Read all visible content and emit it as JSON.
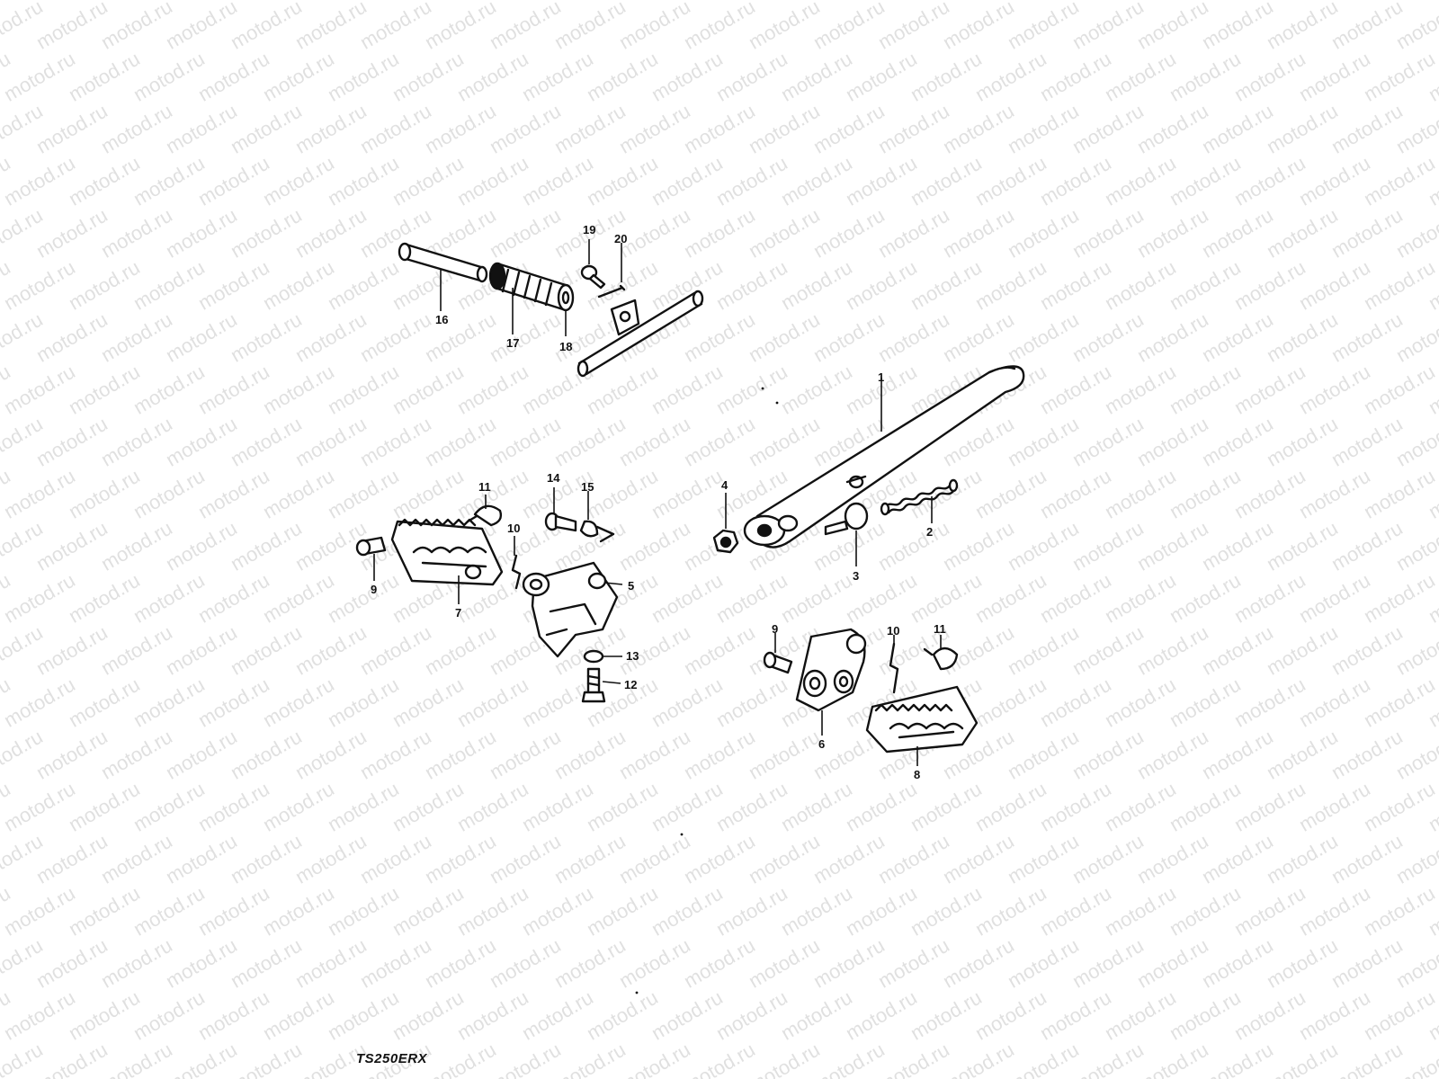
{
  "watermark": {
    "text": "motod.ru"
  },
  "model_code": "TS250ERX",
  "callouts": [
    "1",
    "2",
    "3",
    "4",
    "5",
    "6",
    "7",
    "8",
    "9",
    "9",
    "10",
    "10",
    "11",
    "11",
    "12",
    "13",
    "14",
    "15",
    "16",
    "17",
    "18",
    "19",
    "20"
  ],
  "labels": {
    "l1": "1",
    "l2": "2",
    "l3": "3",
    "l4": "4",
    "l5": "5",
    "l6": "6",
    "l7": "7",
    "l8": "8",
    "l9a": "9",
    "l9b": "9",
    "l10a": "10",
    "l10b": "10",
    "l11a": "11",
    "l11b": "11",
    "l12": "12",
    "l13": "13",
    "l14": "14",
    "l15": "15",
    "l16": "16",
    "l17": "17",
    "l18": "18",
    "l19": "19",
    "l20": "20"
  }
}
